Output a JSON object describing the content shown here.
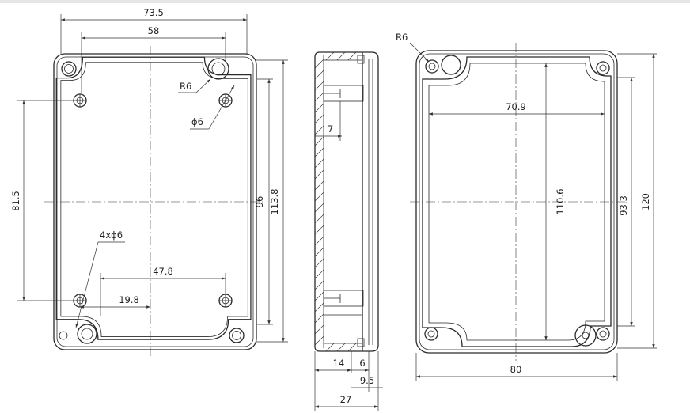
{
  "dimensions": {
    "front": {
      "overall_width": "73.5",
      "hole_spacing_top": "58",
      "corner_radius": "R6",
      "hole_diameter": "ϕ6",
      "hole_vertical_spacing": "81.5",
      "hole_count_label": "4xϕ6",
      "hole_spacing_bottom": "47.8",
      "offset": "19.8",
      "inner_height": "96",
      "outer_height": "113.8"
    },
    "side": {
      "boss_depth": "7",
      "body_depth": "14",
      "lid_depth": "6",
      "lid_total": "9.5",
      "total_depth": "27"
    },
    "back": {
      "corner_radius": "R6",
      "inner_width": "70.9",
      "inner_height": "110.6",
      "hole_spacing": "93.3",
      "overall_height": "120",
      "overall_width": "80"
    }
  }
}
